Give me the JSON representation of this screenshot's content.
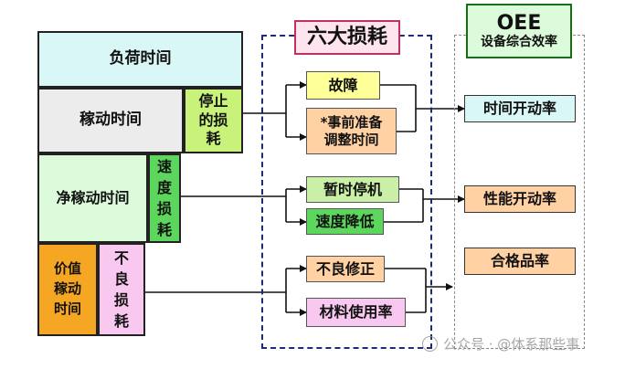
{
  "time_structure": {
    "load_time": "负荷时间",
    "operating_time": "稼动时间",
    "stop_loss": "停止\n的损\n耗",
    "net_operating_time": "净稼动时间",
    "speed_loss": "速\n度\n损\n耗",
    "value_operating_time": "价值\n稼动\n时间",
    "defect_loss": "不\n良\n损\n耗"
  },
  "six_losses": {
    "title": "六大损耗",
    "items": [
      "故障",
      "*事前准备\n调整时间",
      "暂时停机",
      "速度降低",
      "不良修正",
      "材料使用率"
    ]
  },
  "oee": {
    "title": "OEE",
    "subtitle": "设备综合效率",
    "rates": [
      "时间开动率",
      "性能开动率",
      "合格品率"
    ]
  },
  "watermark": "公众号 · @体系那些事",
  "colors": {
    "load": "#d9f7f7",
    "stop_loss": "#c8f27a",
    "speed_loss": "#5cd65c",
    "value_time": "#f5a623",
    "defect_loss": "#f9c8f0",
    "six_frame": "#1f2a7a",
    "six_title_border": "#c03060"
  }
}
